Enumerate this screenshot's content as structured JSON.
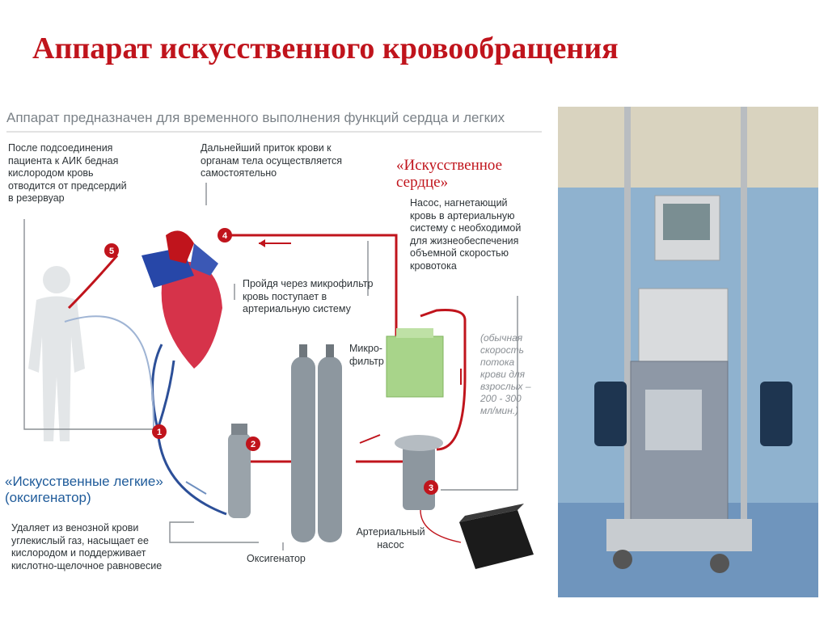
{
  "title": "Аппарат искусственного кровообращения",
  "subtitle": "Аппарат предназначен для временного выполнения функций сердца и легких",
  "notes": {
    "step5": "После подсоединения пациента к АИК бедная кислородом кровь отводится от предсердий в резервуар",
    "step4": "Дальнейший приток крови к органам тела осуществляется самостоятельно",
    "microfilter": "Пройдя через микрофильтр кровь поступает в артериальную систему",
    "heart_title": "«Искусственное сердце»",
    "heart_desc": "Насос, нагнетающий кровь в артериальную систему с необходимой для жизнеобеспечения объемной скоростью кровотока",
    "speed": "(обычная скорость потока крови для взрослых – 200 - 300 мл/мин.)",
    "lungs_title": "«Искусственные легкие» (оксигенатор)",
    "lungs_desc": "Удаляет из венозной крови углекислый газ, насыщает ее кислородом и поддерживает кислотно-щелочное равновесие"
  },
  "labels": {
    "microfilter": "Микро-фильтр",
    "oxygenator": "Оксигенатор",
    "pump": "Артериальный насос"
  },
  "markers": [
    "1",
    "2",
    "3",
    "4",
    "5"
  ],
  "colors": {
    "red": "#c0141c",
    "blue": "#1f5b9a",
    "title": "#c0141c"
  }
}
